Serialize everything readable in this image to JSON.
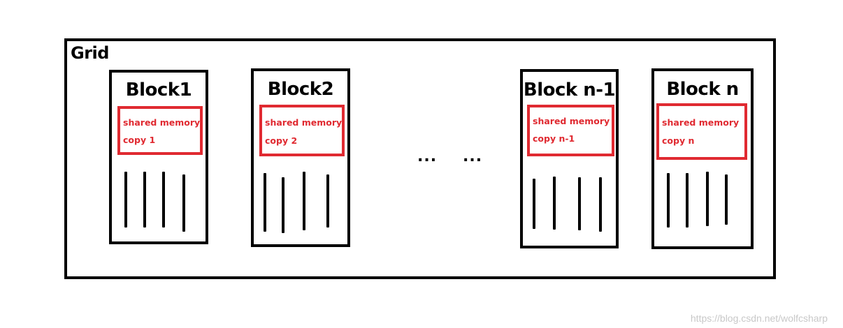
{
  "grid": {
    "label": "Grid"
  },
  "blocks": [
    {
      "title": "Block1",
      "shared_line1": "shared memory",
      "shared_line2": "copy 1"
    },
    {
      "title": "Block2",
      "shared_line1": "shared memory",
      "shared_line2": "copy 2"
    },
    {
      "title": "Block n-1",
      "shared_line1": "shared memory",
      "shared_line2": "copy n-1"
    },
    {
      "title": "Block n",
      "shared_line1": "shared memory",
      "shared_line2": "copy n"
    }
  ],
  "ellipses": [
    "...",
    "..."
  ],
  "watermark": "https://blog.csdn.net/wolfcsharp",
  "colors": {
    "outline": "#000000",
    "shared_memory": "#e02a31",
    "watermark": "#c8c8c8"
  }
}
